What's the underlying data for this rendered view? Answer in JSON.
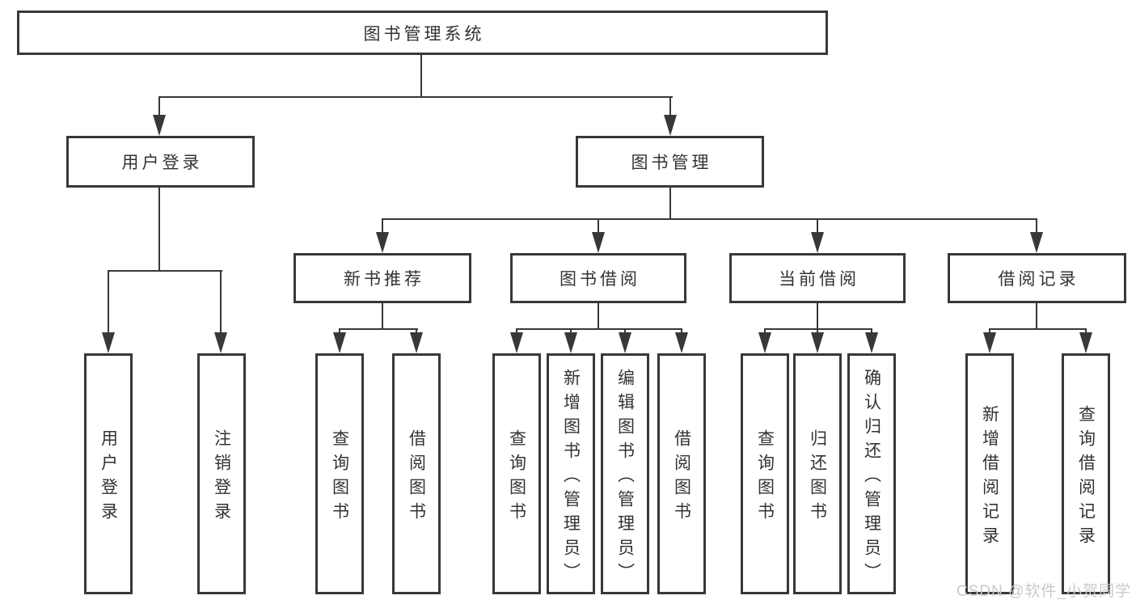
{
  "tree": {
    "label": "图书管理系统",
    "children": [
      {
        "label": "用户登录",
        "children": [
          {
            "label": "用户登录"
          },
          {
            "label": "注销登录"
          }
        ]
      },
      {
        "label": "图书管理",
        "children": [
          {
            "label": "新书推荐",
            "children": [
              {
                "label": "查询图书"
              },
              {
                "label": "借阅图书"
              }
            ]
          },
          {
            "label": "图书借阅",
            "children": [
              {
                "label": "查询图书"
              },
              {
                "label": "新增图书（管理员）"
              },
              {
                "label": "编辑图书（管理员）"
              },
              {
                "label": "借阅图书"
              }
            ]
          },
          {
            "label": "当前借阅",
            "children": [
              {
                "label": "查询图书"
              },
              {
                "label": "归还图书"
              },
              {
                "label": "确认归还（管理员）"
              }
            ]
          },
          {
            "label": "借阅记录",
            "children": [
              {
                "label": "新增借阅记录"
              },
              {
                "label": "查询借阅记录"
              }
            ]
          }
        ]
      }
    ]
  },
  "watermark": {
    "text": "CSDN @软件_小贺同学",
    "color": "#c9c9c9"
  },
  "colors": {
    "line": "#383838",
    "box_border": "#383838",
    "text": "#333333",
    "background": "#ffffff"
  }
}
